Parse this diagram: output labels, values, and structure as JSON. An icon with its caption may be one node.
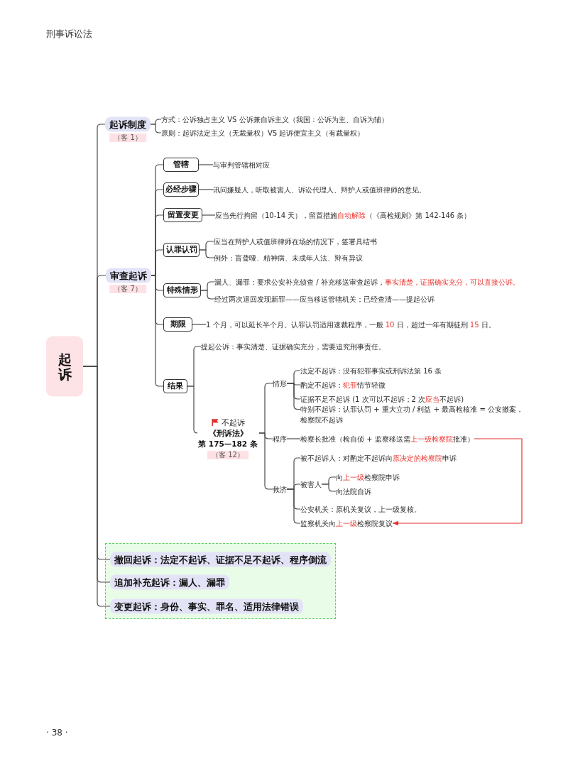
{
  "diagram": {
    "nodes": [
      {
        "text": [
          "起诉"
        ]
      },
      {
        "text": [
          "起诉制度"
        ],
        "beside": [
          "（客 1）"
        ]
      },
      {
        "text": [
          "方式：公诉独占主义 VS 公诉兼自诉主义（我国：公诉为主、自诉为辅）"
        ]
      },
      {
        "text": [
          "原则：起诉法定主义（无裁量权）VS 起诉便宜主义（有裁量权）"
        ]
      },
      {
        "text": [
          "审查起诉"
        ],
        "beside": [
          "（客 7）"
        ]
      },
      {
        "text": [
          "管辖"
        ]
      },
      {
        "text": [
          "与审判管辖相对应"
        ]
      },
      {
        "text": [
          "必经步骤"
        ]
      },
      {
        "text": [
          "讯问嫌疑人，听取被害人、诉讼代理人、辩护人或值班律师的意见。"
        ]
      },
      {
        "text": [
          "留置变更"
        ]
      },
      {
        "text": [
          "应当先行拘留（10-14 天），留置措施**自动解除**（《高检规则》第 142-146 条）"
        ]
      },
      {
        "text": [
          "认罪认罚"
        ]
      },
      {
        "text": [
          "应当在辩护人或值班律师在场的情况下，签署具结书"
        ]
      },
      {
        "text": [
          "例外：盲聋哑、精神病、未成年人法、辩有异议"
        ]
      },
      {
        "text": [
          "特殊情形"
        ]
      },
      {
        "text": [
          "漏人、漏罪：要求公安补充侦查 / 补充移送审查起诉，**事实清楚，证据确实充分，可以直接公诉。**"
        ]
      },
      {
        "text": [
          "经过两次退回发现新罪——应当移送管辖机关；已经查清——提起公诉"
        ]
      },
      {
        "text": [
          "期限"
        ]
      },
      {
        "text": [
          "1 个月，可以延长半个月。认罪认罚适用速裁程序，一般 **10** 日，超过一年有期徒刑 **15** 日。"
        ]
      },
      {
        "text": [
          "结果"
        ]
      },
      {
        "text": [
          "提起公诉：事实清楚、证据确实充分，需要追究刑事责任。"
        ]
      },
      {
        "text": [
          "不起诉",
          "《刑诉法》",
          "第 175—182 条"
        ],
        "beside": [
          "（客 12）"
        ]
      },
      {
        "text": [
          "情形"
        ]
      },
      {
        "text": [
          "法定不起诉：没有犯罪事实或刑诉法第 16 条"
        ]
      },
      {
        "text": [
          "酌定不起诉：**犯罪**情节轻微"
        ]
      },
      {
        "text": [
          "证据不足不起诉 (1 次可以不起诉；2 次**应当**不起诉)"
        ]
      },
      {
        "text": [
          "特别不起诉：认罪认罚 + 重大立功 / 利益 + 最高检核准 = 公安撤案，检察院不起诉"
        ]
      },
      {
        "text": [
          "程序"
        ]
      },
      {
        "text": [
          "检察长批准（检自侦 + 监察移送需**上一级检察院**批准）"
        ]
      },
      {
        "text": [
          "救济"
        ]
      },
      {
        "text": [
          "被不起诉人：对酌定不起诉向**原决定的检察院**申诉"
        ]
      },
      {
        "text": [
          "被害人"
        ]
      },
      {
        "text": [
          "向**上一级**检察院申诉"
        ]
      },
      {
        "text": [
          "向法院自诉"
        ]
      },
      {
        "text": [
          "公安机关：原机关复议，上一级复核。"
        ]
      },
      {
        "text": [
          "监察机关向**上一级**检察院复议"
        ]
      },
      {
        "text": [],
        "shape": "box"
      },
      {
        "text": [
          "撤回起诉：法定不起诉、证据不足不起诉、程序倒流"
        ],
        "in": 36
      },
      {
        "text": [
          "追加补充起诉：漏人、漏罪"
        ],
        "in": 36
      },
      {
        "text": [
          "变更起诉：身份、事实、罪名、适用法律错误"
        ],
        "in": 36
      }
    ],
    "edges": [
      {
        "from": 0,
        "to": 1,
        "arrow": "none"
      },
      {
        "from": 0,
        "to": 4,
        "arrow": "none"
      },
      {
        "from": 0,
        "to": 37,
        "arrow": "none"
      },
      {
        "from": 0,
        "to": 38,
        "arrow": "none"
      },
      {
        "from": 0,
        "to": 39,
        "arrow": "none"
      },
      {
        "from": 1,
        "to": 2,
        "arrow": "none"
      },
      {
        "from": 1,
        "to": 3,
        "arrow": "none"
      },
      {
        "from": 4,
        "to": 5,
        "arrow": "none"
      },
      {
        "from": 4,
        "to": 7,
        "arrow": "none"
      },
      {
        "from": 4,
        "to": 9,
        "arrow": "none"
      },
      {
        "from": 4,
        "to": 11,
        "arrow": "none"
      },
      {
        "from": 4,
        "to": 14,
        "arrow": "none"
      },
      {
        "from": 4,
        "to": 17,
        "arrow": "none"
      },
      {
        "from": 4,
        "to": 19,
        "arrow": "none"
      },
      {
        "from": 5,
        "to": 6,
        "arrow": "none"
      },
      {
        "from": 7,
        "to": 8,
        "arrow": "none"
      },
      {
        "from": 9,
        "to": 10,
        "arrow": "none"
      },
      {
        "from": 11,
        "to": 12,
        "arrow": "none"
      },
      {
        "from": 11,
        "to": 13,
        "arrow": "none"
      },
      {
        "from": 14,
        "to": 15,
        "arrow": "none"
      },
      {
        "from": 14,
        "to": 16,
        "arrow": "none"
      },
      {
        "from": 17,
        "to": 18,
        "arrow": "none"
      },
      {
        "from": 19,
        "to": 20,
        "arrow": "none"
      },
      {
        "from": 19,
        "to": 21,
        "arrow": "none"
      },
      {
        "from": 21,
        "to": 22,
        "arrow": "none"
      },
      {
        "from": 21,
        "to": 27,
        "arrow": "none"
      },
      {
        "from": 21,
        "to": 29,
        "arrow": "none"
      },
      {
        "from": 22,
        "to": 23,
        "arrow": "none"
      },
      {
        "from": 22,
        "to": 24,
        "arrow": "none"
      },
      {
        "from": 22,
        "to": 25,
        "arrow": "none"
      },
      {
        "from": 22,
        "to": 26,
        "arrow": "none"
      },
      {
        "from": 27,
        "to": 28,
        "arrow": "none"
      },
      {
        "from": 29,
        "to": 30,
        "arrow": "none"
      },
      {
        "from": 29,
        "to": 31,
        "arrow": "none"
      },
      {
        "from": 29,
        "to": 34,
        "arrow": "none"
      },
      {
        "from": 29,
        "to": 35,
        "arrow": "none"
      },
      {
        "from": 31,
        "to": 32,
        "arrow": "none"
      },
      {
        "from": 31,
        "to": 33,
        "arrow": "none"
      },
      {
        "from": 28,
        "to": 35,
        "arrow": "to",
        "color": "#e8302a"
      }
    ],
    "labels": [
      "刑事诉讼法",
      "· 38 ·"
    ]
  }
}
